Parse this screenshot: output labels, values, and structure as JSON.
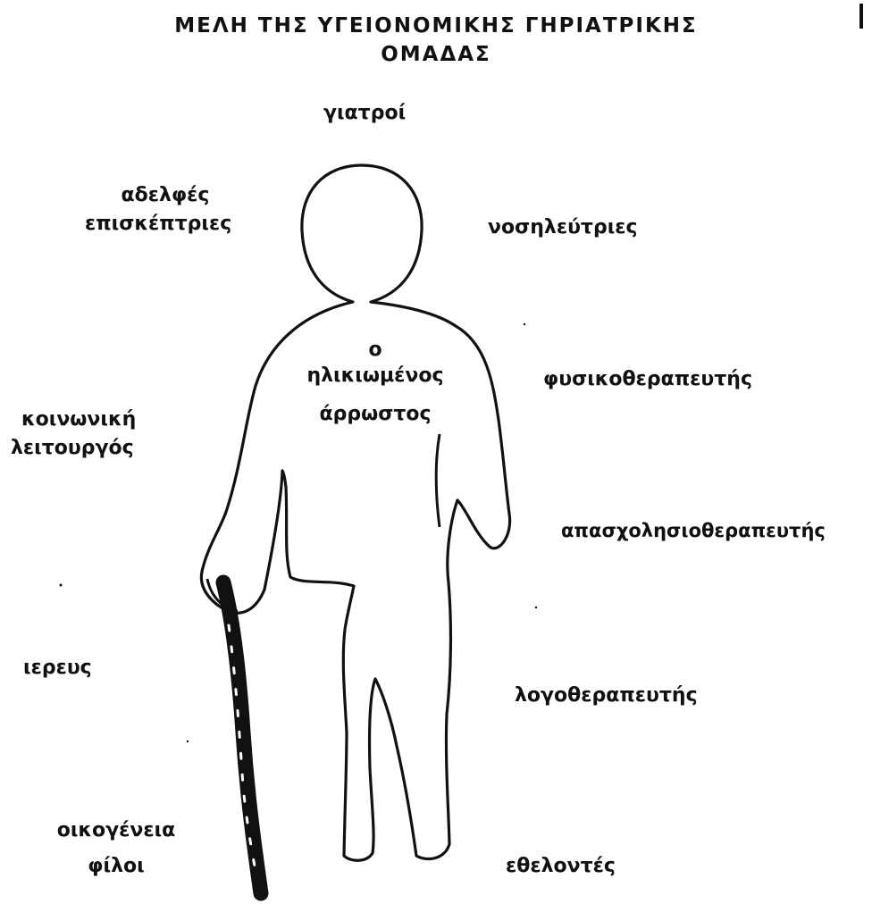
{
  "diagram": {
    "title_line1": "ΜΕΛΗ ΤΗΣ ΥΓΕΙΟΝΟΜΙΚΗΣ ΓΗΡΙΑΤΡΙΚΗΣ",
    "title_line2": "ΟΜΑΔΑΣ",
    "center": {
      "line1": "ο",
      "line2": "ηλικιωμένος",
      "line3": "άρρωστος"
    },
    "members": {
      "doctors": "γιατροί",
      "visiting_nurses_line1": "αδελφές",
      "visiting_nurses_line2": "επισκέπτριες",
      "nurses": "νοσηλεύτριες",
      "physiotherapist": "φυσικοθεραπευτής",
      "social_worker_line1": "κοινωνική",
      "social_worker_line2": "λειτουργός",
      "occupational_therapist": "απασχολησιοθεραπευτής",
      "priest": "ιερευς",
      "speech_therapist": "λογοθεραπευτής",
      "family_line1": "οικογένεια",
      "family_line2": "φίλοι",
      "volunteers": "εθελοντές"
    }
  }
}
